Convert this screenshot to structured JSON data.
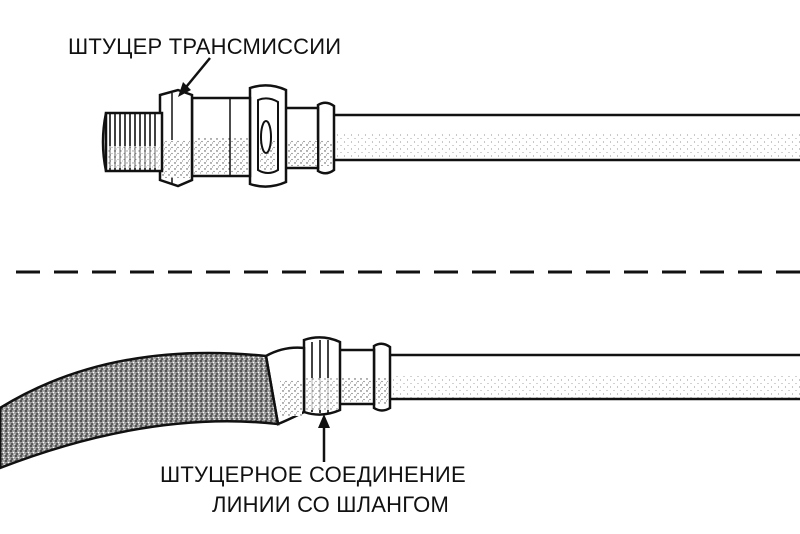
{
  "labels": {
    "transmission_fitting": "ШТУЦЕР ТРАНСМИССИИ",
    "hose_connection_line1": "ШТУЦЕРНОЕ СОЕДИНЕНИЕ",
    "hose_connection_line2": "ЛИНИИ СО ШЛАНГОМ"
  }
}
